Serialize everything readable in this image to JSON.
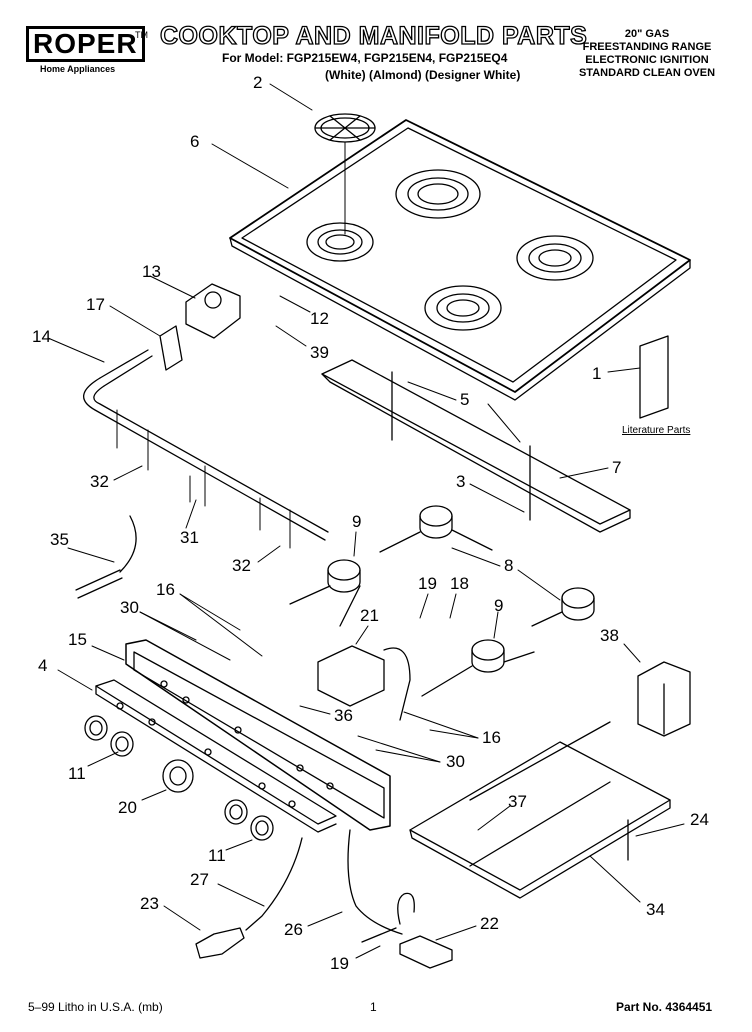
{
  "header": {
    "brand": "ROPER",
    "brand_tm": "TM",
    "brand_sub": "Home Appliances",
    "title": "COOKTOP AND MANIFOLD PARTS",
    "model_line": "For Model: FGP215EW4, FGP215EN4, FGP215EQ4",
    "color_line": "(White)    (Almond)  (Designer White)",
    "right_lines": [
      "20\" GAS",
      "FREESTANDING RANGE",
      "ELECTRONIC IGNITION",
      "STANDARD CLEAN OVEN"
    ]
  },
  "callouts": [
    {
      "id": "c2a",
      "label": "2"
    },
    {
      "id": "c6",
      "label": "6"
    },
    {
      "id": "c13",
      "label": "13"
    },
    {
      "id": "c17",
      "label": "17"
    },
    {
      "id": "c12",
      "label": "12"
    },
    {
      "id": "c39",
      "label": "39"
    },
    {
      "id": "c14",
      "label": "14"
    },
    {
      "id": "c1",
      "label": "1"
    },
    {
      "id": "c5",
      "label": "5"
    },
    {
      "id": "c7",
      "label": "7"
    },
    {
      "id": "c3",
      "label": "3"
    },
    {
      "id": "c32a",
      "label": "32"
    },
    {
      "id": "c31",
      "label": "31"
    },
    {
      "id": "c32b",
      "label": "32"
    },
    {
      "id": "c9a",
      "label": "9"
    },
    {
      "id": "c35",
      "label": "35"
    },
    {
      "id": "c8",
      "label": "8"
    },
    {
      "id": "c16a",
      "label": "16"
    },
    {
      "id": "c19a",
      "label": "19"
    },
    {
      "id": "c18",
      "label": "18"
    },
    {
      "id": "c9b",
      "label": "9"
    },
    {
      "id": "c30a",
      "label": "30"
    },
    {
      "id": "c21",
      "label": "21"
    },
    {
      "id": "c38",
      "label": "38"
    },
    {
      "id": "c15",
      "label": "15"
    },
    {
      "id": "c4",
      "label": "4"
    },
    {
      "id": "c36",
      "label": "36"
    },
    {
      "id": "c16b",
      "label": "16"
    },
    {
      "id": "c11a",
      "label": "11"
    },
    {
      "id": "c30b",
      "label": "30"
    },
    {
      "id": "c20",
      "label": "20"
    },
    {
      "id": "c37",
      "label": "37"
    },
    {
      "id": "c24",
      "label": "24"
    },
    {
      "id": "c11b",
      "label": "11"
    },
    {
      "id": "c27",
      "label": "27"
    },
    {
      "id": "c34",
      "label": "34"
    },
    {
      "id": "c23",
      "label": "23"
    },
    {
      "id": "c26",
      "label": "26"
    },
    {
      "id": "c22",
      "label": "22"
    },
    {
      "id": "c19b",
      "label": "19"
    }
  ],
  "literature_label": "Literature Parts",
  "footer": {
    "left": "5–99 Litho in U.S.A. (mb)",
    "page": "1",
    "part_no": "Part No. 4364451"
  }
}
